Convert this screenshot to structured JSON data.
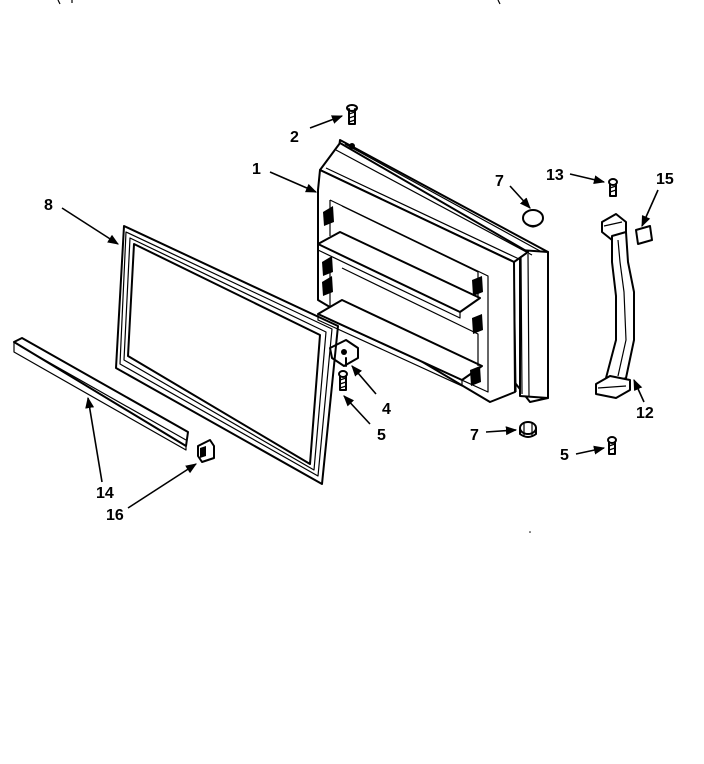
{
  "callouts": {
    "c1": "1",
    "c2": "2",
    "c4": "4",
    "c5a": "5",
    "c5b": "5",
    "c7a": "7",
    "c7b": "7",
    "c8": "8",
    "c12": "12",
    "c13": "13",
    "c14": "14",
    "c15": "15",
    "c16": "16"
  }
}
